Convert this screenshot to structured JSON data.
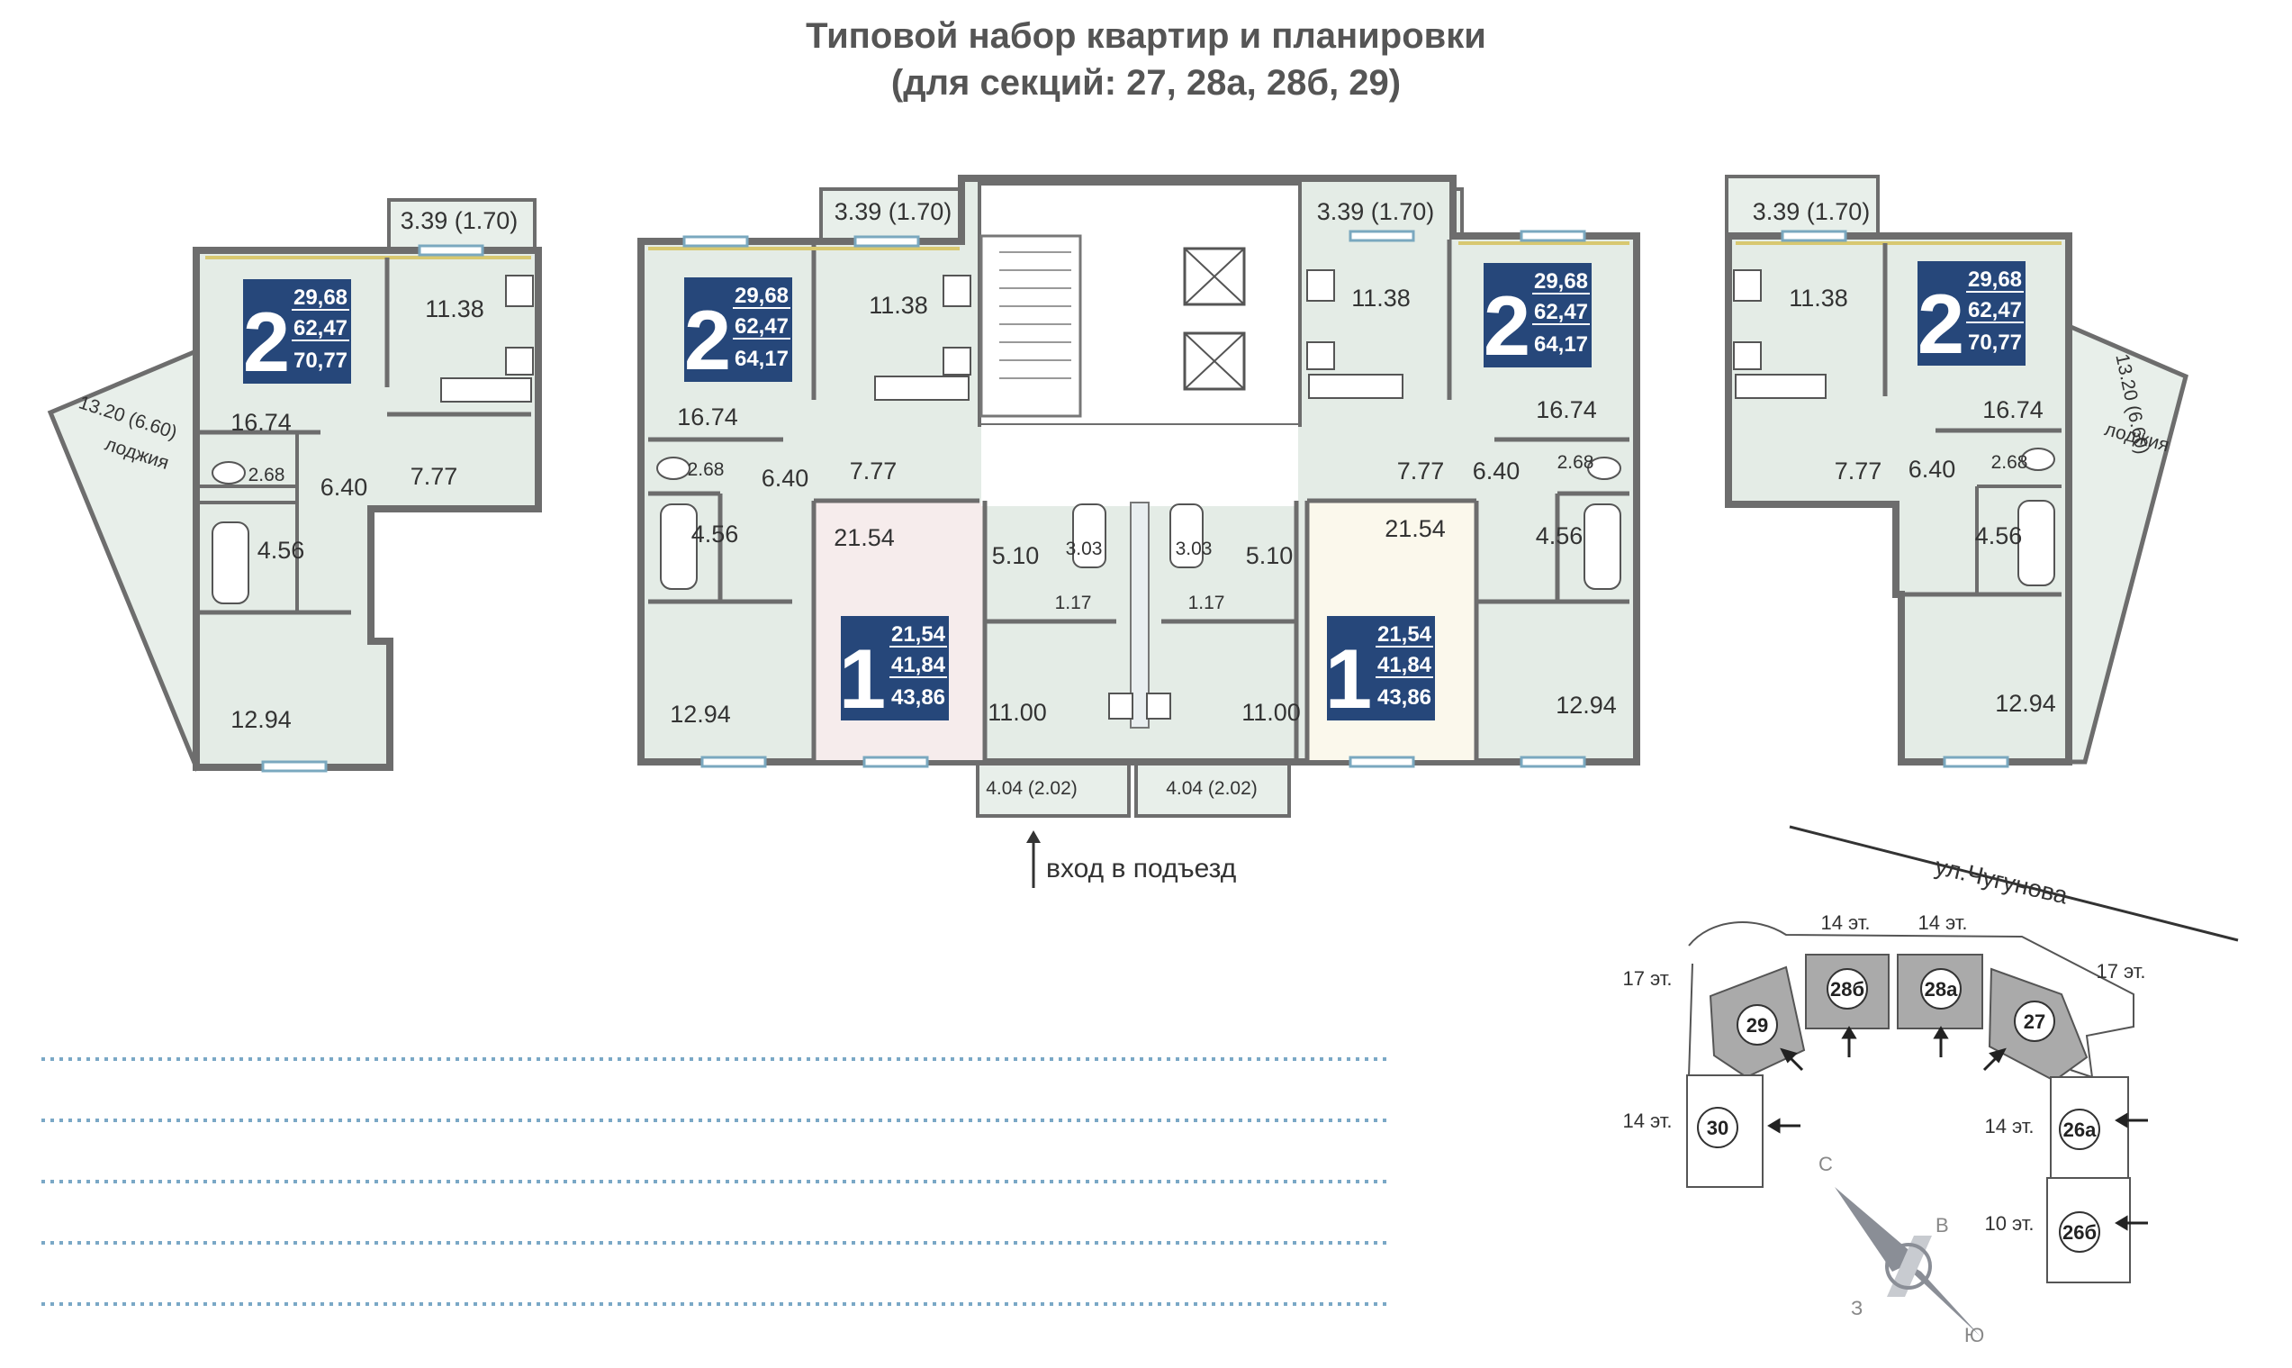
{
  "title": {
    "line1": "Типовой набор квартир и планировки",
    "line2": "(для секций: 27, 28а, 28б, 29)"
  },
  "colors": {
    "badge": "#26477a",
    "room_fill_green": "#e4ece6",
    "room_fill_pink": "#f6ecec",
    "room_fill_cream": "#fbf8ec",
    "balcony_fill": "#e8efea",
    "wall": "#6d6d6d",
    "window": "#7aa8bf",
    "wall_accent": "#d8c870",
    "dotted_line": "#7aa8c6"
  },
  "apartments": [
    {
      "id": "left-2room",
      "rooms": "2",
      "living": "29,68",
      "total": "62,47",
      "total_with_loggia": "70,77"
    },
    {
      "id": "c1-2room",
      "rooms": "2",
      "living": "29,68",
      "total": "62,47",
      "total_with_loggia": "64,17"
    },
    {
      "id": "c1-1room",
      "rooms": "1",
      "living": "21,54",
      "total": "41,84",
      "total_with_loggia": "43,86"
    },
    {
      "id": "c2-1room",
      "rooms": "1",
      "living": "21,54",
      "total": "41,84",
      "total_with_loggia": "43,86"
    },
    {
      "id": "c2-2room",
      "rooms": "2",
      "living": "29,68",
      "total": "62,47",
      "total_with_loggia": "64,17"
    },
    {
      "id": "right-2room",
      "rooms": "2",
      "living": "29,68",
      "total": "62,47",
      "total_with_loggia": "70,77"
    }
  ],
  "areas": {
    "left": {
      "balcony": "3.39 (1.70)",
      "kitchen": "11.38",
      "room_large": "16.74",
      "loggia": "13.20 (6.60)",
      "loggia_word": "лоджия",
      "wc": "2.68",
      "hall": "6.40",
      "corridor": "7.77",
      "bath": "4.56",
      "room": "12.94"
    },
    "c1": {
      "balcony": "3.39 (1.70)",
      "kitchen": "11.38",
      "room_large": "16.74",
      "wc": "2.68",
      "hall": "6.40",
      "corridor": "7.77",
      "bath": "4.56",
      "room": "12.94"
    },
    "c_onebed": {
      "room": "21.54",
      "hall": "5.10",
      "bath": "3.03",
      "wc": "1.17",
      "kitchen": "11.00",
      "balcony": "4.04 (2.02)"
    },
    "c2": {
      "balcony": "3.39 (1.70)",
      "kitchen": "11.38",
      "room_large": "16.74",
      "wc": "2.68",
      "hall": "6.40",
      "corridor": "7.77",
      "bath": "4.56",
      "room": "12.94"
    },
    "right": {
      "balcony": "3.39 (1.70)",
      "kitchen": "11.38",
      "room_large": "16.74",
      "loggia": "13.20 (6.60)",
      "loggia_word": "лоджия",
      "wc": "2.68",
      "hall": "6.40",
      "corridor": "7.77",
      "bath": "4.56",
      "room": "12.94"
    }
  },
  "entrance": {
    "label": "вход в подъезд"
  },
  "site": {
    "street": "ул.Чугунова",
    "floors_14_a": "14 эт.",
    "floors_14_b": "14 эт.",
    "floors_17_left": "17 эт.",
    "floors_17_right": "17 эт.",
    "floors_14_left": "14 эт.",
    "floors_14_right": "14 эт.",
    "floors_10": "10 эт.",
    "sections": {
      "s29": "29",
      "s28b": "28б",
      "s28a": "28а",
      "s27": "27",
      "s30": "30",
      "s26a": "26а",
      "s26b": "26б"
    },
    "compass": {
      "north": "С",
      "east": "В",
      "south": "Ю",
      "west": "З"
    }
  },
  "notes_lines": 5
}
